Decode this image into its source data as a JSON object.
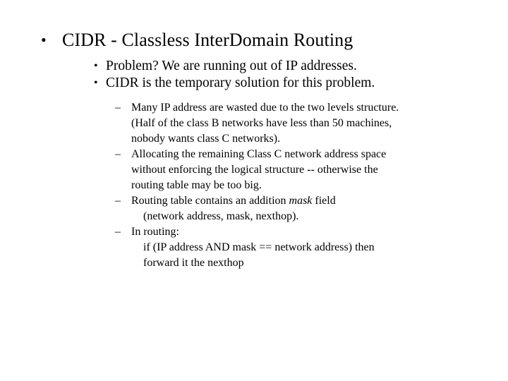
{
  "slide": {
    "background_color": "#ffffff",
    "text_color": "#000000",
    "title": {
      "bullet_glyph": "•",
      "text": "CIDR - Classless InterDomain Routing"
    },
    "level2": [
      {
        "bullet_glyph": "•",
        "text": "Problem? We are running out of IP addresses."
      },
      {
        "bullet_glyph": "•",
        "text": "CIDR is the temporary solution for this problem."
      }
    ],
    "level3": [
      {
        "bullet_glyph": "–",
        "lines": [
          "Many IP address are wasted due to the two levels structure.",
          "(Half of the class B networks have less than 50 machines,",
          "nobody wants class C networks)."
        ]
      },
      {
        "bullet_glyph": "–",
        "lines": [
          "Allocating the remaining Class C network address space",
          "without enforcing the logical structure -- otherwise the",
          "routing table may be too big."
        ]
      },
      {
        "bullet_glyph": "–",
        "lines_pre_italic": "Routing table contains an addition ",
        "italic_word": "mask",
        "lines_post_italic": " field",
        "sub_lines": [
          "(network address, mask, nexthop)."
        ]
      },
      {
        "bullet_glyph": "–",
        "lines": [
          "In routing:"
        ],
        "sub_lines": [
          "if (IP address AND mask == network address) then",
          "forward it the nexthop"
        ]
      }
    ]
  }
}
